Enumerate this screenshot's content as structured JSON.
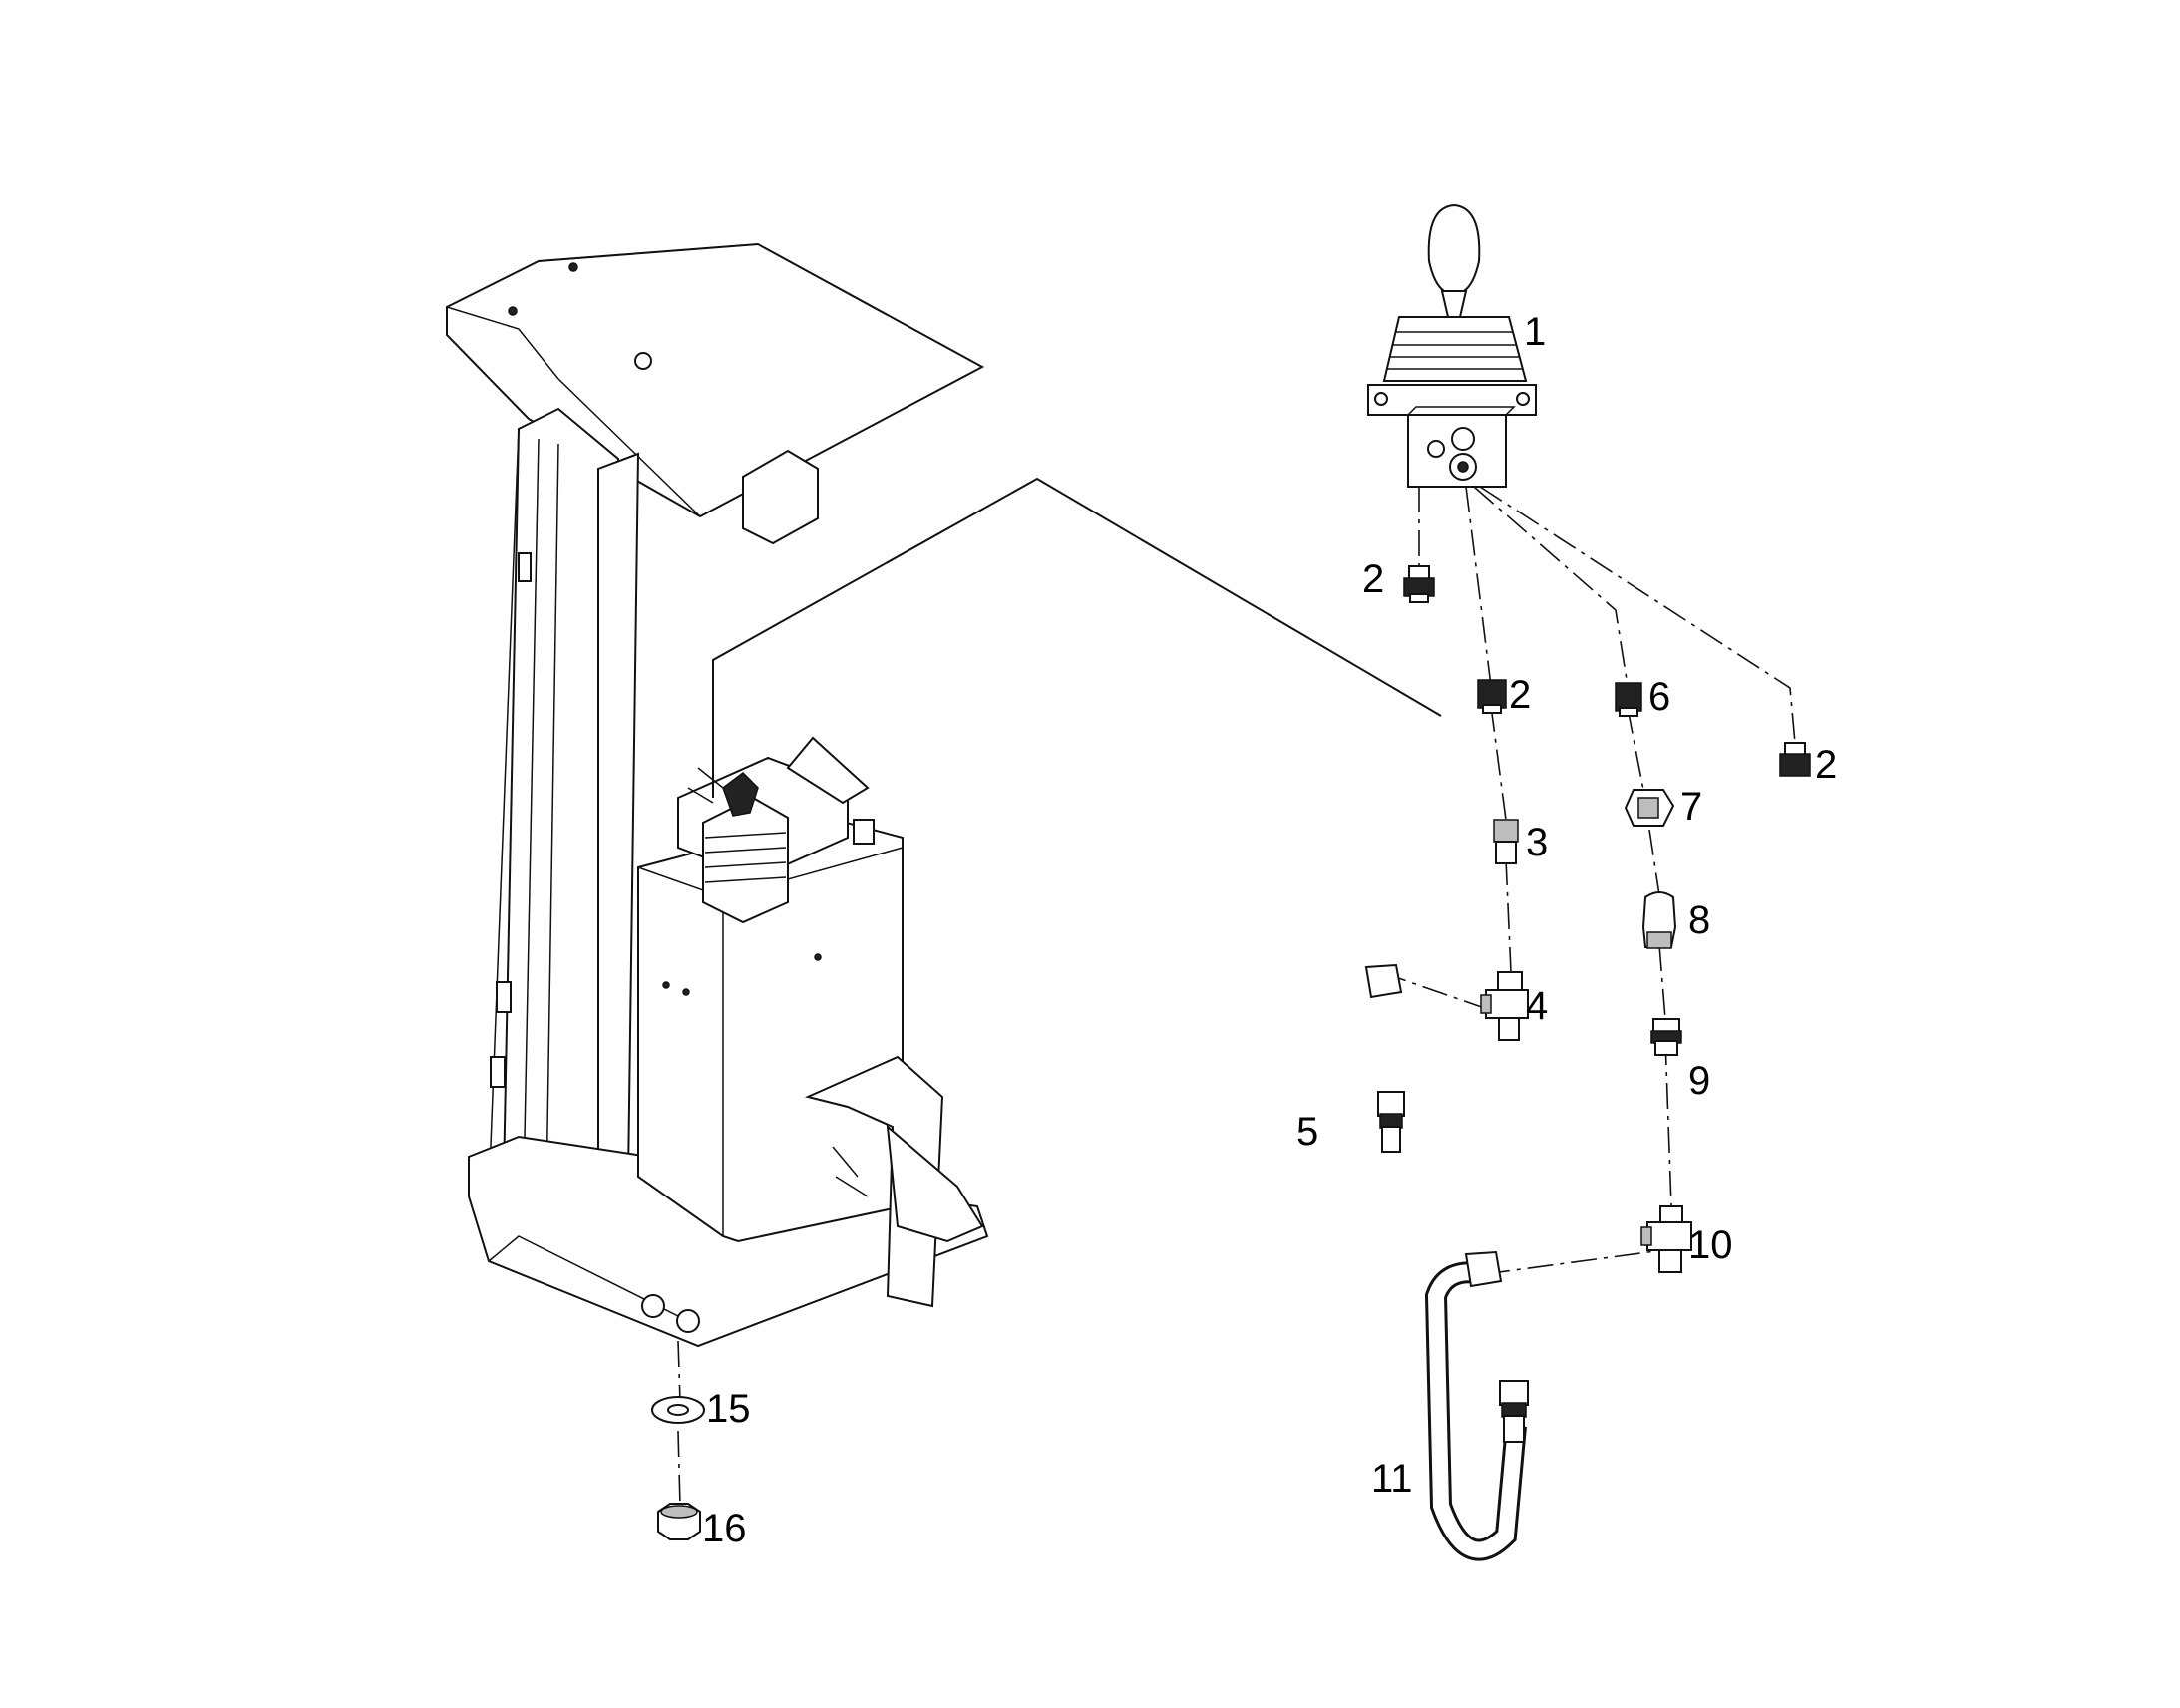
{
  "callouts": [
    {
      "id": "1",
      "label": "1"
    },
    {
      "id": "2a",
      "label": "2"
    },
    {
      "id": "2b",
      "label": "2"
    },
    {
      "id": "2c",
      "label": "2"
    },
    {
      "id": "3",
      "label": "3"
    },
    {
      "id": "4",
      "label": "4"
    },
    {
      "id": "5",
      "label": "5"
    },
    {
      "id": "6",
      "label": "6"
    },
    {
      "id": "7",
      "label": "7"
    },
    {
      "id": "8",
      "label": "8"
    },
    {
      "id": "9",
      "label": "9"
    },
    {
      "id": "10",
      "label": "10"
    },
    {
      "id": "11",
      "label": "11"
    },
    {
      "id": "15",
      "label": "15"
    },
    {
      "id": "16",
      "label": "16"
    }
  ]
}
